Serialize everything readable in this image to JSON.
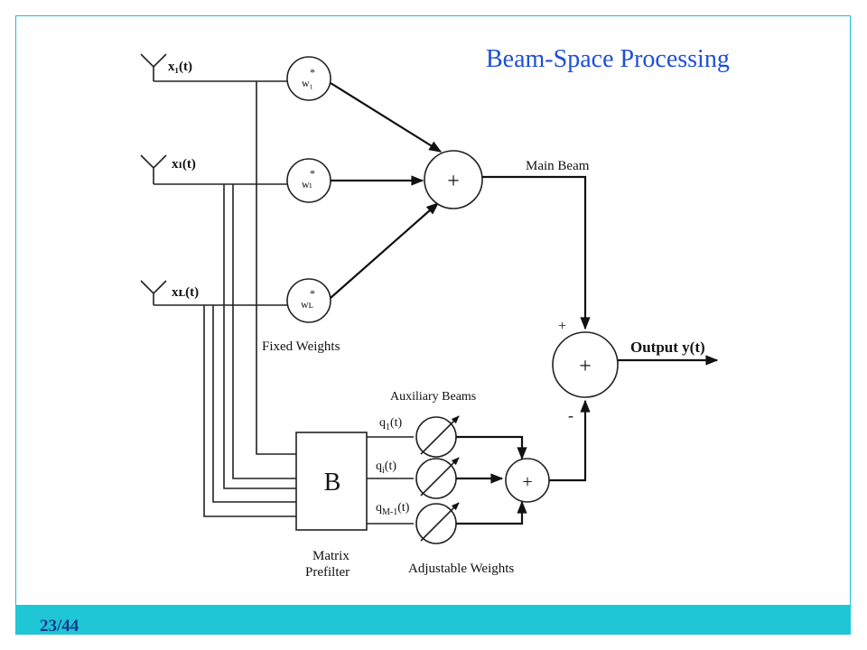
{
  "slide": {
    "title": "Beam-Space Processing",
    "page_number": "23/44"
  },
  "diagram": {
    "inputs": [
      {
        "label": "x₁(t)"
      },
      {
        "label": "xₗ(t)"
      },
      {
        "label": "xʟ(t)"
      }
    ],
    "weights": [
      {
        "label": "w₁",
        "sup": "*"
      },
      {
        "label": "wₗ",
        "sup": "*"
      },
      {
        "label": "wʟ",
        "sup": "*"
      }
    ],
    "fixed_weights_label": "Fixed Weights",
    "main_sum_symbol": "+",
    "main_beam_label": "Main Beam",
    "output_sum_symbol": "+",
    "plus_sign": "+",
    "minus_sign": "-",
    "output_label": "Output y(t)",
    "matrix_block_label": "B",
    "matrix_prefilter_label": [
      "Matrix",
      "Prefilter"
    ],
    "auxiliary_beams_label": "Auxiliary Beams",
    "aux_outputs": [
      {
        "label": "q",
        "sub": "1",
        "arg": "(t)"
      },
      {
        "label": "q",
        "sub": "i",
        "arg": "(t)"
      },
      {
        "label": "q",
        "sub": "M-1",
        "arg": "(t)"
      }
    ],
    "aux_sum_symbol": "+",
    "adjustable_weights_label": "Adjustable Weights"
  }
}
